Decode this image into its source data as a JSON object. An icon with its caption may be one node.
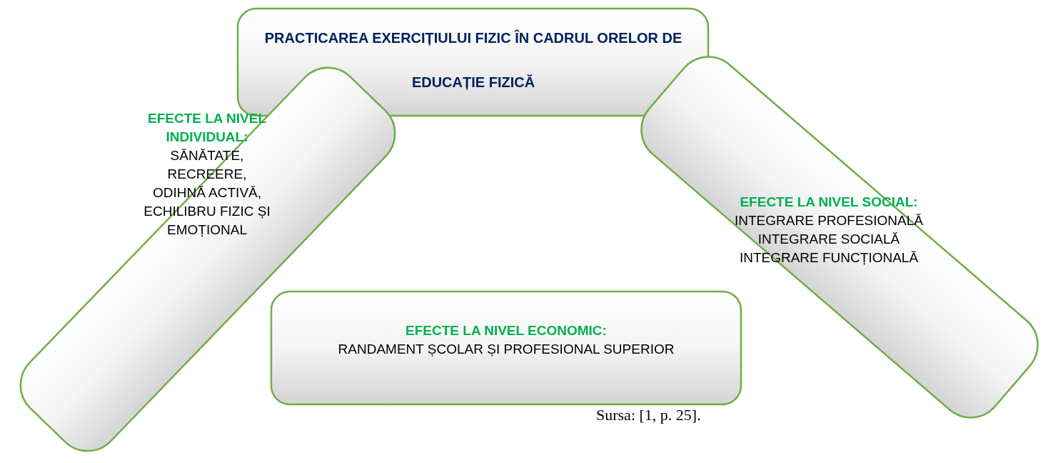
{
  "diagram": {
    "nodes": [
      {
        "text": [
          "PRACTICAREA EXERCIȚIULUI FIZIC ÎN CADRUL ORELOR DE EDUCAȚIE FIZICĂ"
        ]
      },
      {
        "text": [
          "EFECTE LA NIVEL INDIVIDUAL:",
          "SĂNĂTATE, RECREERE, ODIHNĂ ACTIVĂ, ECHILIBRU FIZIC ȘI EMOȚIONAL"
        ]
      },
      {
        "text": [
          "EFECTE LA NIVEL SOCIAL:",
          "INTEGRARE PROFESIONALĂ",
          "INTEGRARE SOCIALĂ",
          "INTEGRARE FUNCȚIONALĂ"
        ]
      },
      {
        "text": [
          "EFECTE LA NIVEL ECONOMIC:",
          "RANDAMENT ȘCOLAR ȘI PROFESIONAL SUPERIOR"
        ]
      }
    ],
    "labels": [
      "Sursa: [1, p. 25]."
    ]
  }
}
